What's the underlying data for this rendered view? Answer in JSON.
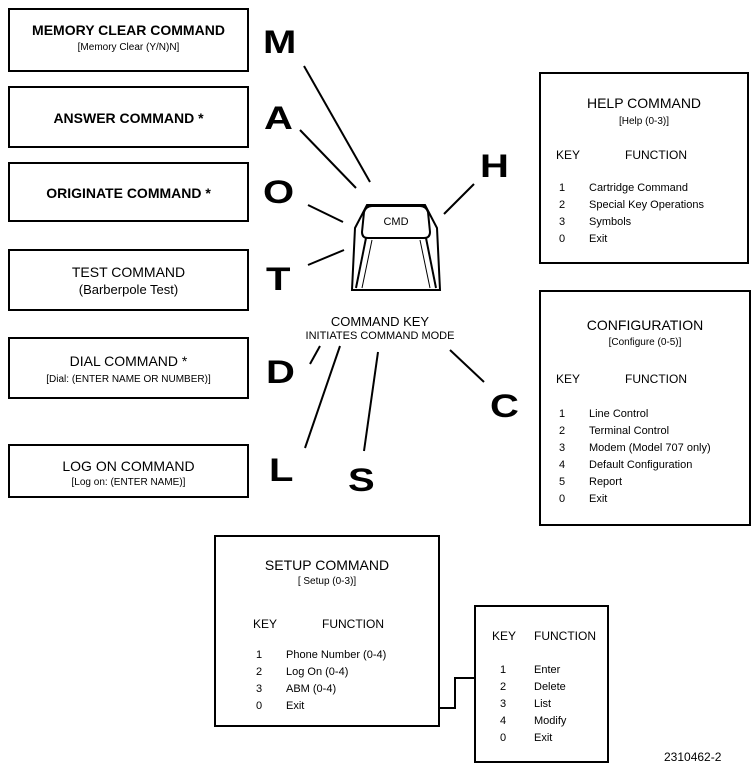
{
  "commands": {
    "memory_clear": {
      "title": "MEMORY CLEAR COMMAND",
      "sub": "[Memory Clear (Y/N)N]"
    },
    "answer": {
      "title": "ANSWER COMMAND *"
    },
    "originate": {
      "title": "ORIGINATE COMMAND *"
    },
    "test": {
      "title": "TEST COMMAND",
      "sub": "(Barberpole Test)"
    },
    "dial": {
      "title": "DIAL COMMAND *",
      "sub": "[Dial: (ENTER NAME OR NUMBER)]"
    },
    "log_on": {
      "title": "LOG ON COMMAND",
      "sub": "[Log on: (ENTER NAME)]"
    }
  },
  "letters": {
    "m": "M",
    "a": "A",
    "o": "O",
    "t": "T",
    "d": "D",
    "l": "L",
    "s": "S",
    "h": "H",
    "c": "C"
  },
  "key": {
    "cap_label": "CMD",
    "caption_line1": "COMMAND KEY",
    "caption_line2": "INITIATES COMMAND MODE"
  },
  "help": {
    "title": "HELP COMMAND",
    "sub": "[Help (0-3)]",
    "key_header": "KEY",
    "function_header": "FUNCTION",
    "rows": [
      {
        "key": "1",
        "function": "Cartridge Command"
      },
      {
        "key": "2",
        "function": "Special Key Operations"
      },
      {
        "key": "3",
        "function": "Symbols"
      },
      {
        "key": "0",
        "function": "Exit"
      }
    ]
  },
  "configuration": {
    "title": "CONFIGURATION",
    "sub": "[Configure (0-5)]",
    "key_header": "KEY",
    "function_header": "FUNCTION",
    "rows": [
      {
        "key": "1",
        "function": "Line Control"
      },
      {
        "key": "2",
        "function": "Terminal Control"
      },
      {
        "key": "3",
        "function": "Modem (Model 707 only)"
      },
      {
        "key": "4",
        "function": "Default Configuration"
      },
      {
        "key": "5",
        "function": "Report"
      },
      {
        "key": "0",
        "function": "Exit"
      }
    ]
  },
  "setup": {
    "title": "SETUP COMMAND",
    "sub": "[ Setup (0-3)]",
    "key_header": "KEY",
    "function_header": "FUNCTION",
    "rows": [
      {
        "key": "1",
        "function": "Phone Number (0-4)"
      },
      {
        "key": "2",
        "function": "Log On (0-4)"
      },
      {
        "key": "3",
        "function": "ABM (0-4)"
      },
      {
        "key": "0",
        "function": "Exit"
      }
    ]
  },
  "submenu": {
    "key_header": "KEY",
    "function_header": "FUNCTION",
    "rows": [
      {
        "key": "1",
        "function": "Enter"
      },
      {
        "key": "2",
        "function": "Delete"
      },
      {
        "key": "3",
        "function": "List"
      },
      {
        "key": "4",
        "function": "Modify"
      },
      {
        "key": "0",
        "function": "Exit"
      }
    ]
  },
  "figure_id": "2310462-2"
}
